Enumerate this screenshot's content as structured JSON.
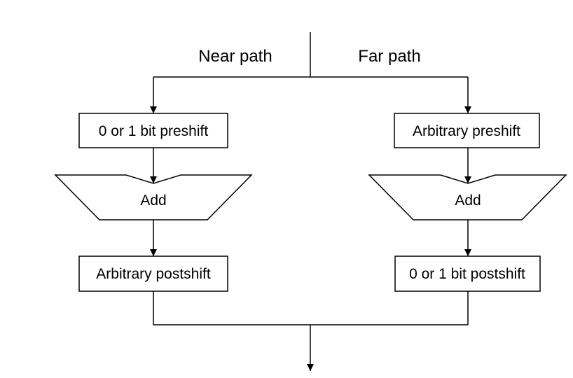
{
  "titles": {
    "near": "Near path",
    "far": "Far path"
  },
  "near": {
    "preshift": "0 or 1 bit preshift",
    "add": "Add",
    "postshift": "Arbitrary postshift"
  },
  "far": {
    "preshift": "Arbitrary preshift",
    "add": "Add",
    "postshift": "0 or 1 bit postshift"
  }
}
